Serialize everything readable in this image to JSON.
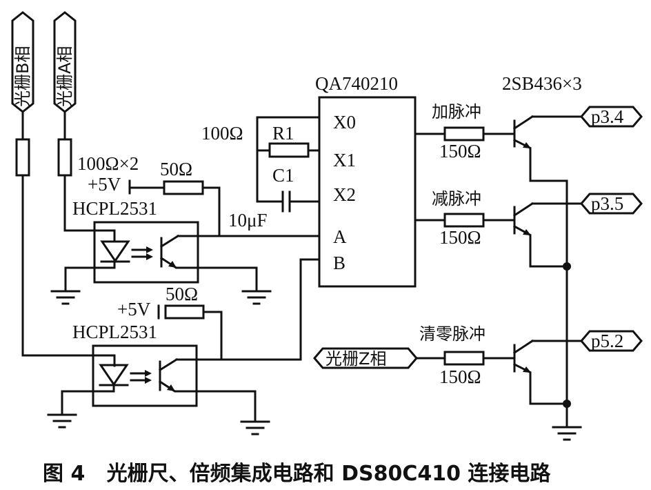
{
  "figure": {
    "caption": "图 4   光栅尺、倍频集成电路和 DS80C410 连接电路"
  },
  "inputs": {
    "grating_b": "光栅B相",
    "grating_a": "光栅A相",
    "grating_z": "光栅Z相"
  },
  "components": {
    "input_resistors": "100Ω×2",
    "pullup_top": "50Ω",
    "pullup_bottom": "50Ω",
    "vcc_top": "+5V",
    "vcc_bottom": "+5V",
    "optocoupler_top": "HCPL2531",
    "optocoupler_bottom": "HCPL2531",
    "ic_name": "QA740210",
    "ic_pins": [
      "X0",
      "X1",
      "X2",
      "A",
      "B"
    ],
    "r1_label": "R1",
    "r1_value": "100Ω",
    "c1_label": "C1",
    "c1_value": "10μF",
    "transistors": "2SB436×3",
    "base_resistor_1": "150Ω",
    "base_resistor_2": "150Ω",
    "base_resistor_3": "150Ω"
  },
  "signals": {
    "up_pulse": "加脉冲",
    "down_pulse": "减脉冲",
    "clear_pulse": "清零脉冲"
  },
  "ports": {
    "p34": "p3.4",
    "p35": "p3.5",
    "p52": "p5.2"
  }
}
